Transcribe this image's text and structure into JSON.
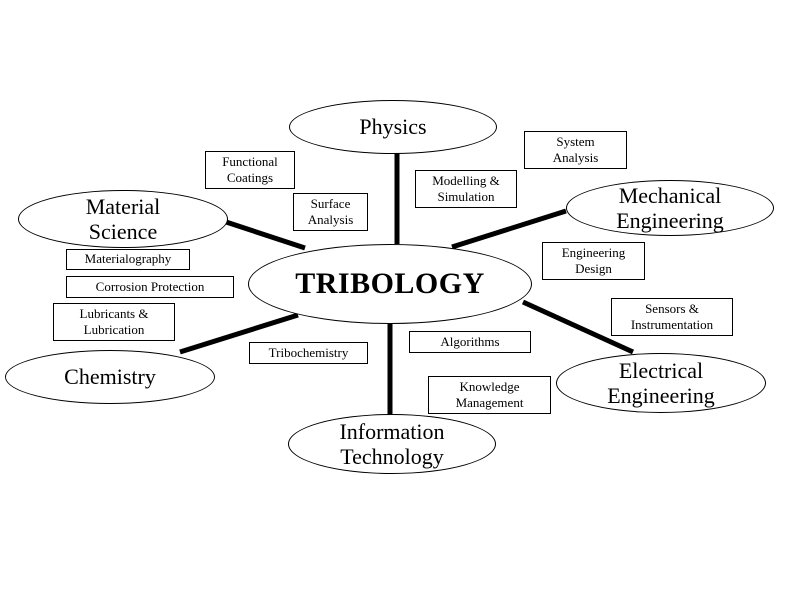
{
  "center": "TRIBOLOGY",
  "disciplines": {
    "physics": "Physics",
    "material_science": "Material\nScience",
    "mechanical_engineering": "Mechanical\nEngineering",
    "chemistry": "Chemistry",
    "electrical_engineering": "Electrical\nEngineering",
    "information_technology": "Information\nTechnology"
  },
  "topics": {
    "functional_coatings": "Functional\nCoatings",
    "surface_analysis": "Surface\nAnalysis",
    "modelling_simulation": "Modelling &\nSimulation",
    "system_analysis": "System\nAnalysis",
    "engineering_design": "Engineering\nDesign",
    "materialography": "Materialography",
    "corrosion_protection": "Corrosion Protection",
    "lubricants_lubrication": "Lubricants &\nLubrication",
    "tribochemistry": "Tribochemistry",
    "algorithms": "Algorithms",
    "sensors_instrumentation": "Sensors &\nInstrumentation",
    "knowledge_management": "Knowledge\nManagement"
  }
}
